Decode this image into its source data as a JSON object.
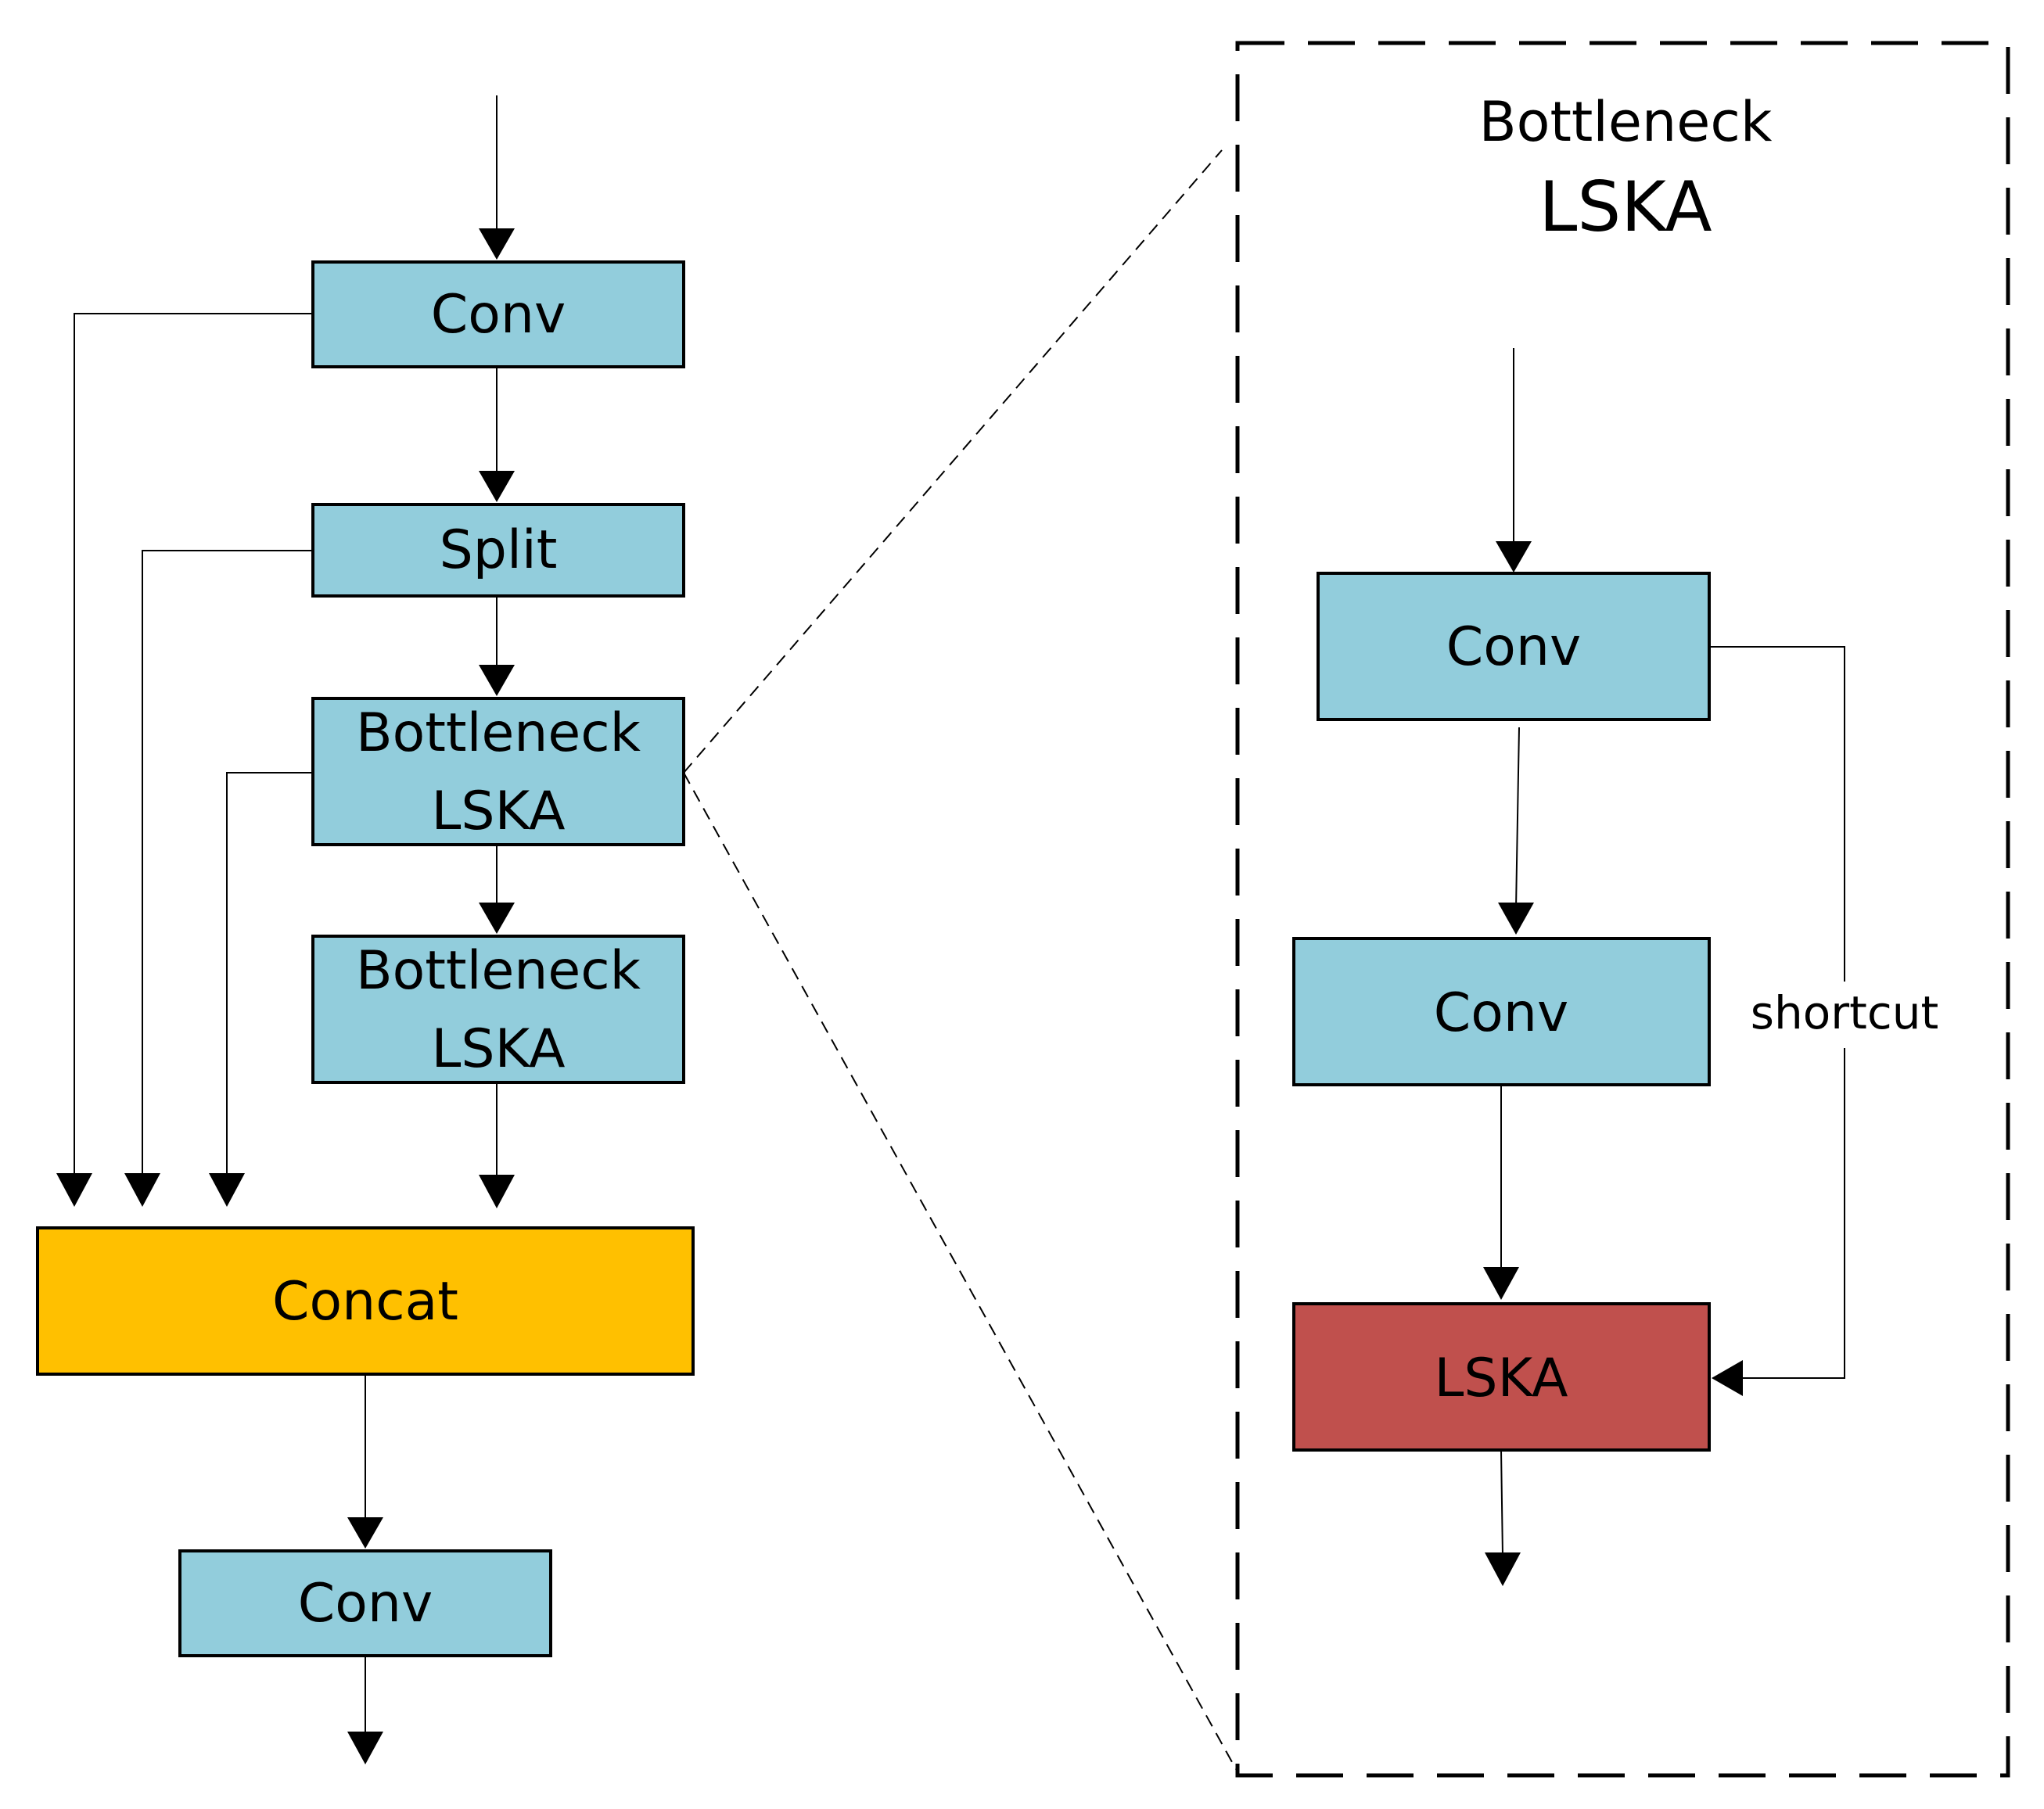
{
  "left": {
    "conv_top": "Conv",
    "split": "Split",
    "bottleneck1": {
      "line1": "Bottleneck",
      "line2": "LSKA"
    },
    "bottleneck2": {
      "line1": "Bottleneck",
      "line2": "LSKA"
    },
    "concat": "Concat",
    "conv_bottom": "Conv"
  },
  "right": {
    "title_line1": "Bottleneck",
    "title_line2": "LSKA",
    "conv1": "Conv",
    "conv2": "Conv",
    "lska": "LSKA",
    "shortcut": "shortcut"
  },
  "colors": {
    "conv": "#92cddc",
    "concat": "#ffc000",
    "lska": "#c0504d"
  }
}
